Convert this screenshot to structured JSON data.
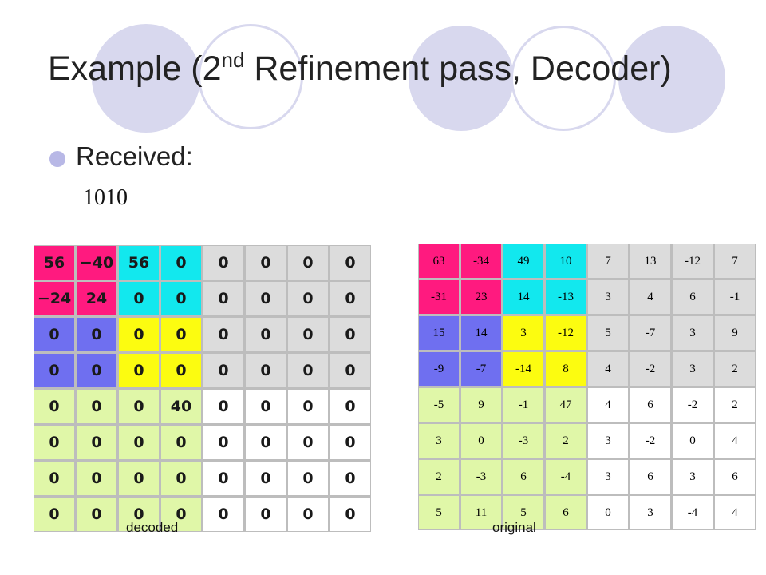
{
  "slide": {
    "title_prefix": "Example (2",
    "title_sup": "nd",
    "title_suffix": " Refinement pass, Decoder)",
    "bullet": "Received:",
    "received_value": "1010"
  },
  "colors": {
    "pink": "#ff1a7f",
    "cyan": "#12e8ee",
    "blue": "#6f6ff0",
    "yellow": "#fcfc10",
    "gray": "#dcdcdc",
    "green": "#e0f7a8",
    "white": "#ffffff",
    "decoration": "#d8d8ee"
  },
  "color_map": [
    [
      "pink",
      "pink",
      "cyan",
      "cyan",
      "gray",
      "gray",
      "gray",
      "gray"
    ],
    [
      "pink",
      "pink",
      "cyan",
      "cyan",
      "gray",
      "gray",
      "gray",
      "gray"
    ],
    [
      "blue",
      "blue",
      "yellow",
      "yellow",
      "gray",
      "gray",
      "gray",
      "gray"
    ],
    [
      "blue",
      "blue",
      "yellow",
      "yellow",
      "gray",
      "gray",
      "gray",
      "gray"
    ],
    [
      "green",
      "green",
      "green",
      "green",
      "white",
      "white",
      "white",
      "white"
    ],
    [
      "green",
      "green",
      "green",
      "green",
      "white",
      "white",
      "white",
      "white"
    ],
    [
      "green",
      "green",
      "green",
      "green",
      "white",
      "white",
      "white",
      "white"
    ],
    [
      "green",
      "green",
      "green",
      "green",
      "white",
      "white",
      "white",
      "white"
    ]
  ],
  "decoded": {
    "caption": "decoded",
    "rows": [
      [
        "56",
        "−40",
        "56",
        "0",
        "0",
        "0",
        "0",
        "0"
      ],
      [
        "−24",
        "24",
        "0",
        "0",
        "0",
        "0",
        "0",
        "0"
      ],
      [
        "0",
        "0",
        "0",
        "0",
        "0",
        "0",
        "0",
        "0"
      ],
      [
        "0",
        "0",
        "0",
        "0",
        "0",
        "0",
        "0",
        "0"
      ],
      [
        "0",
        "0",
        "0",
        "40",
        "0",
        "0",
        "0",
        "0"
      ],
      [
        "0",
        "0",
        "0",
        "0",
        "0",
        "0",
        "0",
        "0"
      ],
      [
        "0",
        "0",
        "0",
        "0",
        "0",
        "0",
        "0",
        "0"
      ],
      [
        "0",
        "0",
        "0",
        "0",
        "0",
        "0",
        "0",
        "0"
      ]
    ]
  },
  "original": {
    "caption": "original",
    "rows": [
      [
        "63",
        "-34",
        "49",
        "10",
        "7",
        "13",
        "-12",
        "7"
      ],
      [
        "-31",
        "23",
        "14",
        "-13",
        "3",
        "4",
        "6",
        "-1"
      ],
      [
        "15",
        "14",
        "3",
        "-12",
        "5",
        "-7",
        "3",
        "9"
      ],
      [
        "-9",
        "-7",
        "-14",
        "8",
        "4",
        "-2",
        "3",
        "2"
      ],
      [
        "-5",
        "9",
        "-1",
        "47",
        "4",
        "6",
        "-2",
        "2"
      ],
      [
        "3",
        "0",
        "-3",
        "2",
        "3",
        "-2",
        "0",
        "4"
      ],
      [
        "2",
        "-3",
        "6",
        "-4",
        "3",
        "6",
        "3",
        "6"
      ],
      [
        "5",
        "11",
        "5",
        "6",
        "0",
        "3",
        "-4",
        "4"
      ]
    ]
  }
}
